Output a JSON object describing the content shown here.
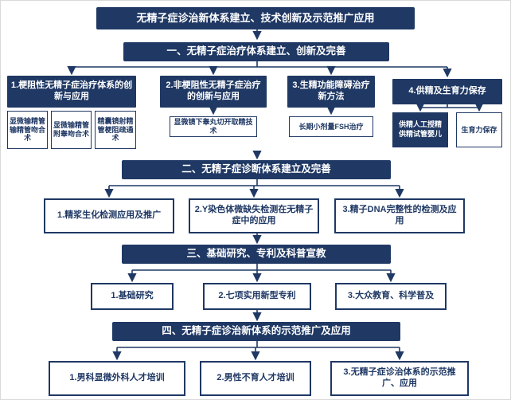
{
  "title": "无精子症诊治新体系建立、技术创新及示范推广应用",
  "colors": {
    "navy": "#1f3864",
    "background": "#ffffff"
  },
  "sections": [
    {
      "header": "一、无精子症治疗体系建立、创新及完善",
      "branches": [
        {
          "label": "1.梗阻性无精子症治疗体系的创新与应用",
          "children": [
            "显微输精管输精管吻合术",
            "显微输精管附睾吻合术",
            "精囊镜射精管梗阻疏通术"
          ]
        },
        {
          "label": "2.非梗阻性无精子症治疗的创新与应用",
          "children": [
            "显微镜下睾丸切开取精技术"
          ]
        },
        {
          "label": "3.生精功能障碍治疗新方法",
          "children": [
            "长期小剂量FSH治疗"
          ]
        },
        {
          "label": "4.供精及生育力保存",
          "children": [
            "供精人工授精\n供精试管婴儿",
            "生育力保存"
          ]
        }
      ]
    },
    {
      "header": "二、无精子症诊断体系建立及完善",
      "boxes": [
        "1.精浆生化检测应用及推广",
        "2.Y染色体微缺失检测在无精子症中的应用",
        "3.精子DNA完整性的检测及应用"
      ]
    },
    {
      "header": "三、基础研究、专利及科普宣教",
      "boxes": [
        "1.基础研究",
        "2.七项实用新型专利",
        "3.大众教育、科学普及"
      ]
    },
    {
      "header": "四、无精子症诊治新体系的示范推广及应用",
      "boxes": [
        "1.男科显微外科人才培训",
        "2.男性不育人才培训",
        "3.无精子症诊治体系的示范推广、应用"
      ]
    }
  ]
}
